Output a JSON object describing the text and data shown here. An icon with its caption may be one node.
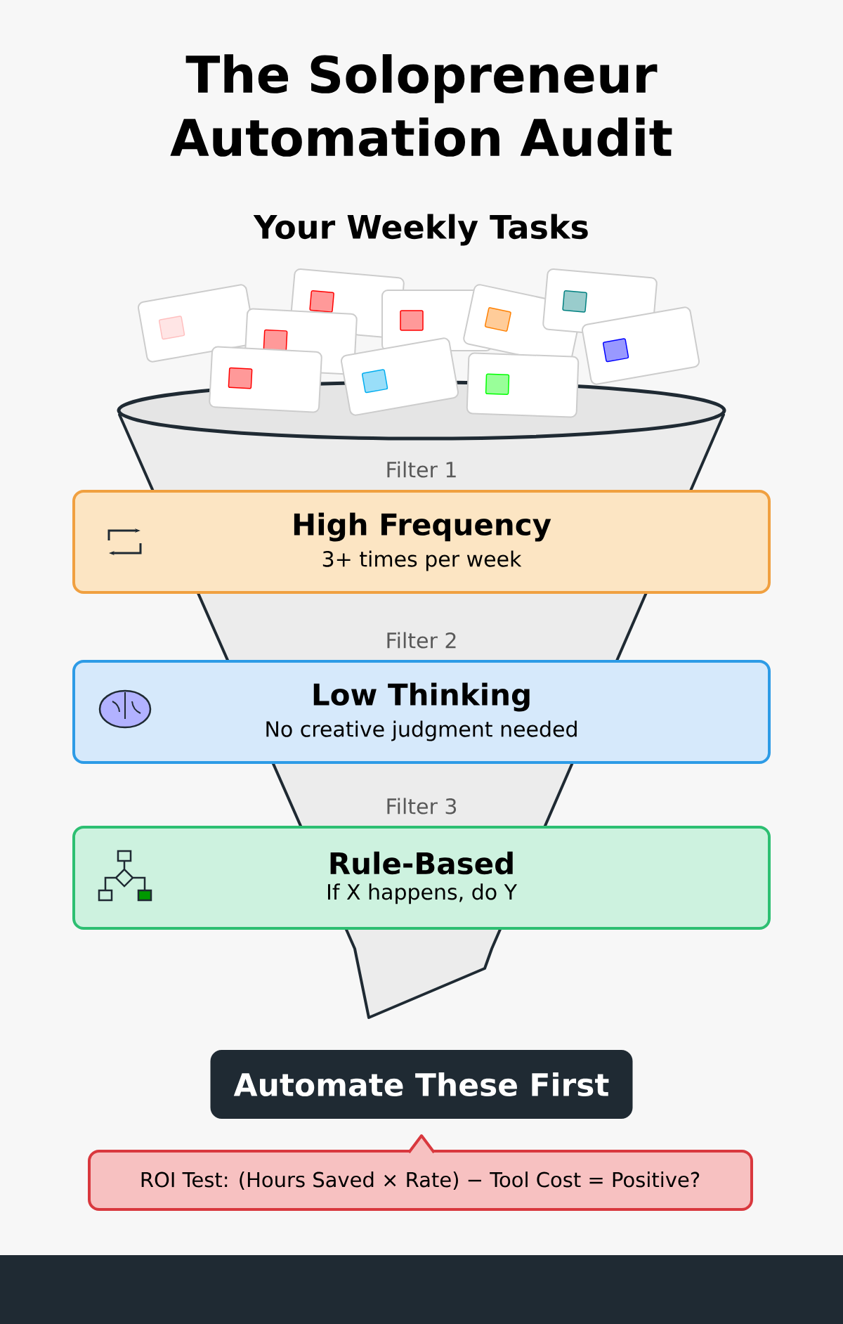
{
  "diagram": {
    "title": "The Solopreneur Automation Audit",
    "labels": [
      "Your Weekly Tasks"
    ],
    "nodes": [
      {
        "text": [
          "High Frequency",
          "3+ times per week"
        ],
        "beside": [
          "Filter 1"
        ]
      },
      {
        "text": [
          "Low Thinking",
          "No creative judgment needed"
        ],
        "beside": [
          "Filter 2"
        ]
      },
      {
        "text": [
          "Rule-Based",
          "If X happens, do Y"
        ],
        "beside": [
          "Filter 3"
        ]
      },
      {
        "text": [
          "Automate These First"
        ]
      },
      {
        "text": [
          "ROI Test: (Hours Saved × Rate) − Tool Cost = Positive?"
        ]
      }
    ]
  }
}
